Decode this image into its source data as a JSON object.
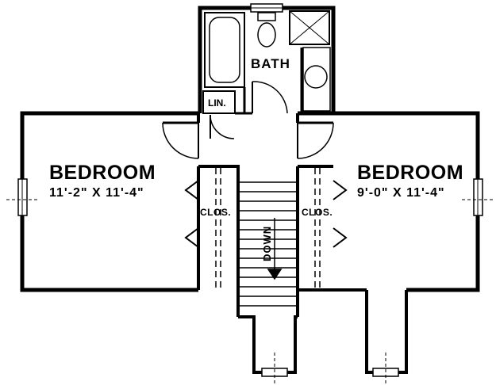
{
  "labels": {
    "bath": "BATH",
    "linen": "LIN.",
    "bedroom_left": "BEDROOM",
    "bedroom_left_dim": "11'-2\" X 11'-4\"",
    "bedroom_right": "BEDROOM",
    "bedroom_right_dim": "9'-0\" X 11'-4\"",
    "closet_left": "CLOS.",
    "closet_right": "CLOS.",
    "stair_direction": "DOWN"
  }
}
